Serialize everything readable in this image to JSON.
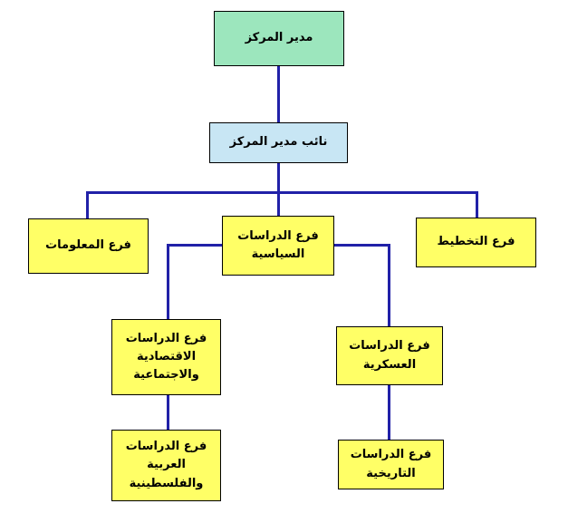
{
  "org_chart": {
    "colors": {
      "connector": "#2121A8",
      "director_fill": "#9CE6BD",
      "deputy_fill": "#C8E6F4",
      "branch_fill": "#FFFF66"
    },
    "nodes": {
      "director": {
        "label": "مدير المركز",
        "fill": "#9CE6BD"
      },
      "deputy": {
        "label": "نائب مدير المركز",
        "fill": "#C8E6F4"
      },
      "information": {
        "label": "فرع المعلومات",
        "fill": "#FFFF66"
      },
      "political": {
        "label": "فرع الدراسات\nالسياسية",
        "fill": "#FFFF66"
      },
      "planning": {
        "label": "فرع التخطيط",
        "fill": "#FFFF66"
      },
      "economic": {
        "label": "فرع الدراسات\nالاقتصادية\nوالاجتماعية",
        "fill": "#FFFF66"
      },
      "military": {
        "label": "فرع الدراسات\nالعسكرية",
        "fill": "#FFFF66"
      },
      "arab": {
        "label": "فرع الدراسات\nالعربية\nوالفلسطينية",
        "fill": "#FFFF66"
      },
      "historical": {
        "label": "فرع الدراسات\nالتاريخية",
        "fill": "#FFFF66"
      }
    },
    "edges": [
      [
        "director",
        "deputy"
      ],
      [
        "deputy",
        "information"
      ],
      [
        "deputy",
        "political"
      ],
      [
        "deputy",
        "planning"
      ],
      [
        "political",
        "economic"
      ],
      [
        "political",
        "military"
      ],
      [
        "economic",
        "arab"
      ],
      [
        "military",
        "historical"
      ]
    ]
  }
}
